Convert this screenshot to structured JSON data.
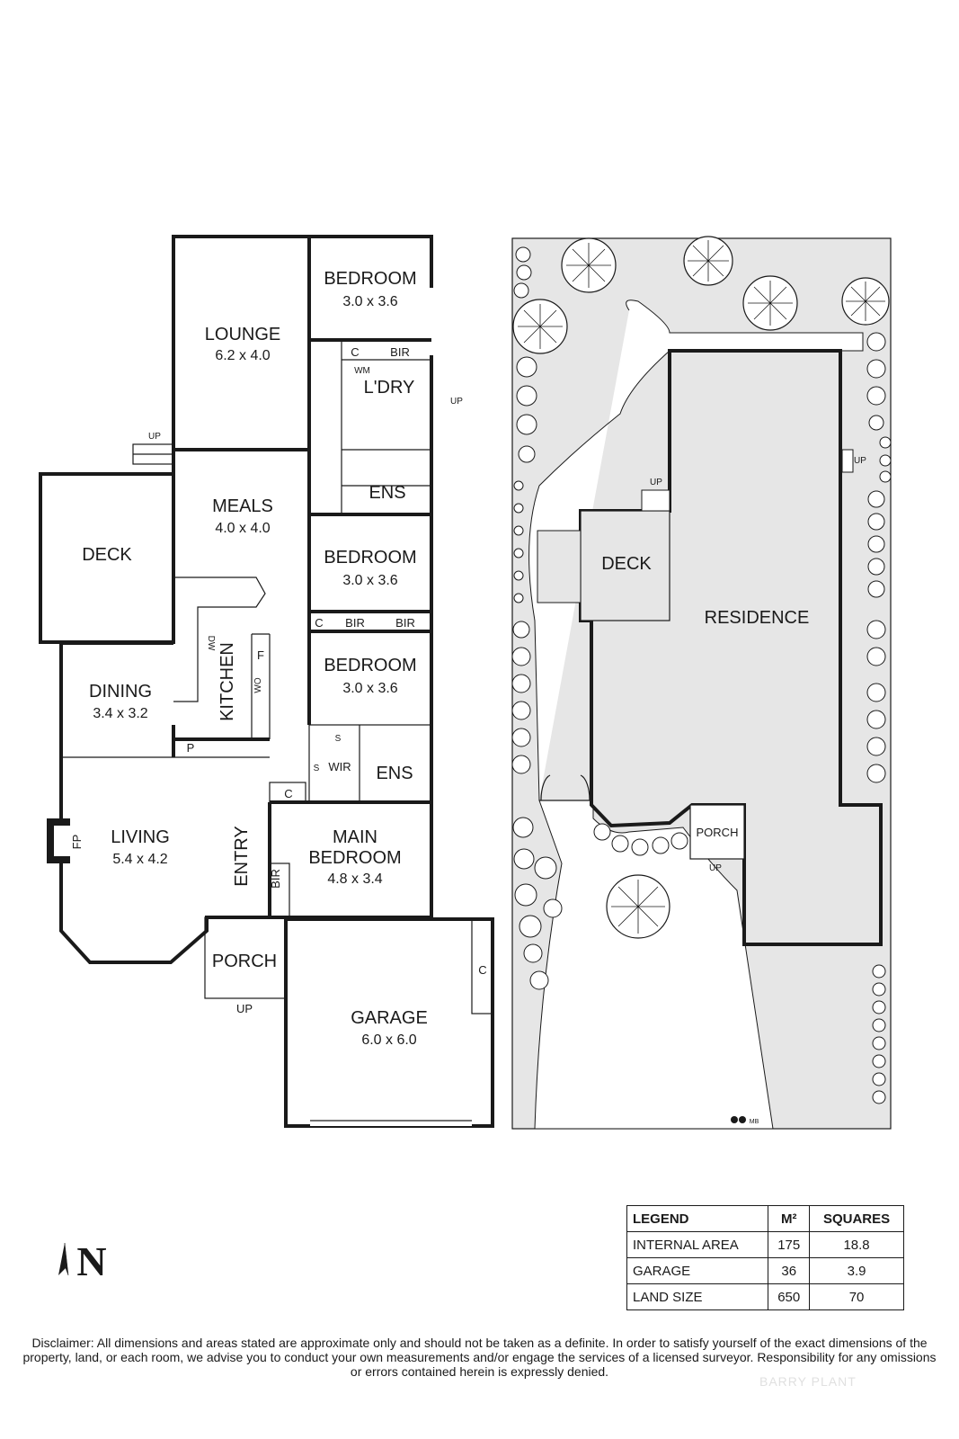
{
  "rooms": {
    "lounge": {
      "name": "LOUNGE",
      "dim": "6.2 x 4.0"
    },
    "bedroom1": {
      "name": "BEDROOM",
      "dim": "3.0 x 3.6"
    },
    "bedroom2": {
      "name": "BEDROOM",
      "dim": "3.0 x 3.6"
    },
    "bedroom3": {
      "name": "BEDROOM",
      "dim": "3.0 x 3.6"
    },
    "meals": {
      "name": "MEALS",
      "dim": "4.0 x 4.0"
    },
    "deck": {
      "name": "DECK"
    },
    "dining": {
      "name": "DINING",
      "dim": "3.4 x 3.2"
    },
    "kitchen": {
      "name": "KITCHEN"
    },
    "living": {
      "name": "LIVING",
      "dim": "5.4 x 4.2"
    },
    "entry": {
      "name": "ENTRY"
    },
    "main_bedroom": {
      "name": "MAIN",
      "name2": "BEDROOM",
      "dim": "4.8 x 3.4"
    },
    "porch": {
      "name": "PORCH"
    },
    "garage": {
      "name": "GARAGE",
      "dim": "6.0 x 6.0"
    },
    "laundry": {
      "name": "L'DRY"
    },
    "ensuite1": {
      "name": "ENS"
    },
    "ensuite2": {
      "name": "ENS"
    },
    "wir": {
      "name": "WIR"
    }
  },
  "fixtures": {
    "c": "C",
    "bir": "BIR",
    "wm": "WM",
    "dw": "DW",
    "f": "F",
    "wo": "WO",
    "p": "P",
    "fp": "FP",
    "s": "S",
    "up": "UP"
  },
  "site": {
    "residence": "RESIDENCE",
    "deck": "DECK",
    "porch": "PORCH",
    "up": "UP",
    "mark": "MB"
  },
  "legend": {
    "headers": [
      "LEGEND",
      "M²",
      "SQUARES"
    ],
    "rows": [
      {
        "label": "INTERNAL AREA",
        "m2": "175",
        "squares": "18.8"
      },
      {
        "label": "GARAGE",
        "m2": "36",
        "squares": "3.9"
      },
      {
        "label": "LAND SIZE",
        "m2": "650",
        "squares": "70"
      }
    ]
  },
  "compass": {
    "letter": "N"
  },
  "disclaimer": "Disclaimer: All dimensions and areas stated are approximate only and should not be taken as a definite. In order to satisfy yourself of the exact dimensions of the property, land, or each room, we advise you to conduct your own measurements and/or engage the services of a licensed surveyor. Responsibility for any omissions or errors contained herein is expressly denied.",
  "watermark": "BARRY PLANT"
}
